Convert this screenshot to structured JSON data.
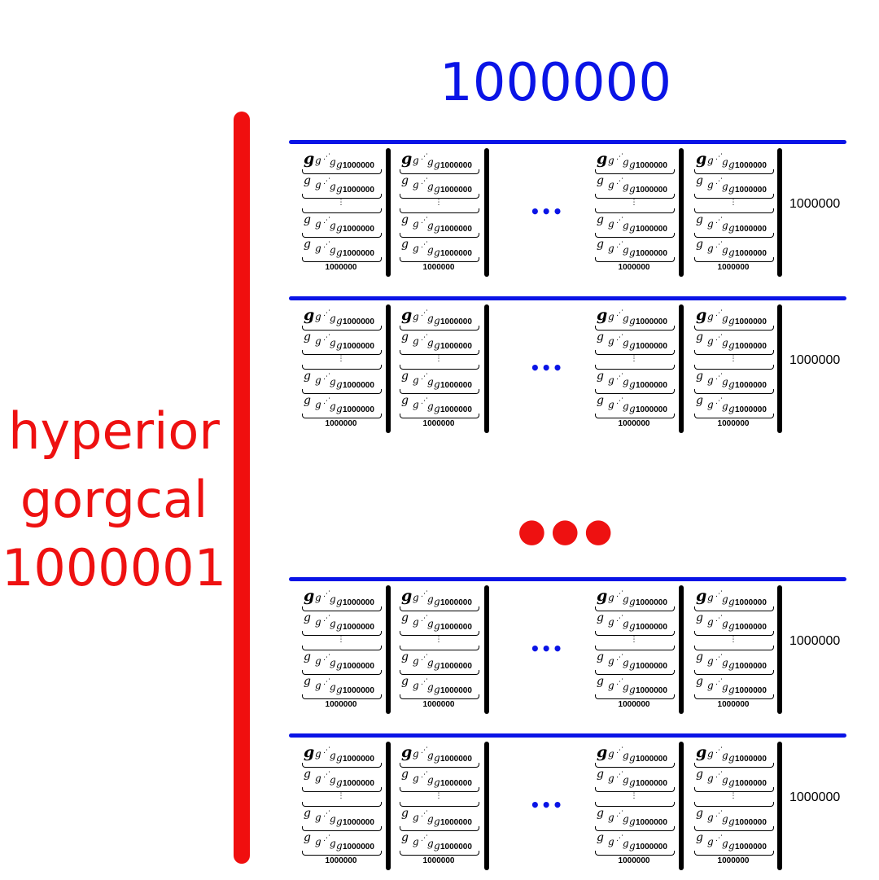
{
  "top_count": "1000000",
  "left_label": [
    "hyperior",
    "gorgcal",
    "1000001"
  ],
  "side_count": "1000000",
  "tower": {
    "base": "g",
    "exponent": "g",
    "dots": "⋰",
    "top": "g",
    "subscript": "1000000",
    "vdots": "⋮",
    "count": "1000000"
  },
  "colors": {
    "accent_blue": "#0a14e6",
    "accent_red": "#ee1111",
    "bars": "#000000"
  }
}
